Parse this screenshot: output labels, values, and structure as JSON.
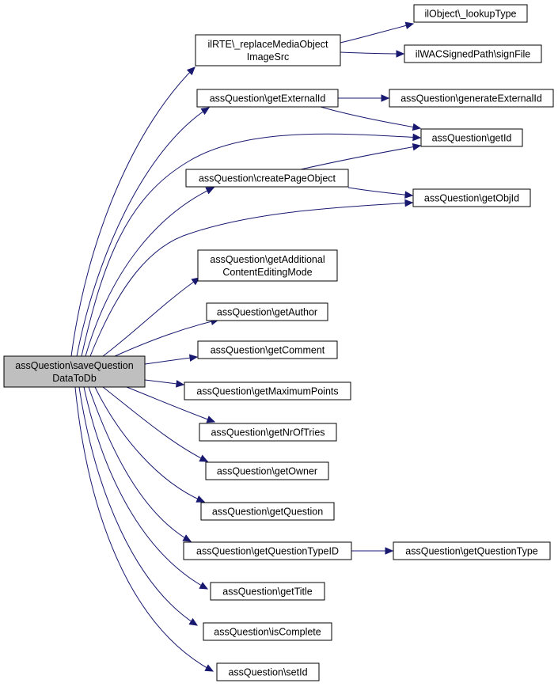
{
  "diagram": {
    "type": "call-graph",
    "edge_color": "#191970",
    "root_fill": "#bfbfbf",
    "node_fill": "#ffffff",
    "nodes": [
      {
        "id": "root",
        "lines": [
          "assQuestion\\saveQuestion",
          "DataToDb"
        ]
      },
      {
        "id": "replaceMedia",
        "lines": [
          "ilRTE\\_replaceMediaObject",
          "ImageSrc"
        ]
      },
      {
        "id": "lookupType",
        "lines": [
          "ilObject\\_lookupType"
        ]
      },
      {
        "id": "signFile",
        "lines": [
          "ilWACSignedPath\\signFile"
        ]
      },
      {
        "id": "getExternalId",
        "lines": [
          "assQuestion\\getExternalId"
        ]
      },
      {
        "id": "generateExternalId",
        "lines": [
          "assQuestion\\generateExternalId"
        ]
      },
      {
        "id": "getId",
        "lines": [
          "assQuestion\\getId"
        ]
      },
      {
        "id": "createPageObject",
        "lines": [
          "assQuestion\\createPageObject"
        ]
      },
      {
        "id": "getObjId",
        "lines": [
          "assQuestion\\getObjId"
        ]
      },
      {
        "id": "getAdditional",
        "lines": [
          "assQuestion\\getAdditional",
          "ContentEditingMode"
        ]
      },
      {
        "id": "getAuthor",
        "lines": [
          "assQuestion\\getAuthor"
        ]
      },
      {
        "id": "getComment",
        "lines": [
          "assQuestion\\getComment"
        ]
      },
      {
        "id": "getMaximumPoints",
        "lines": [
          "assQuestion\\getMaximumPoints"
        ]
      },
      {
        "id": "getNrOfTries",
        "lines": [
          "assQuestion\\getNrOfTries"
        ]
      },
      {
        "id": "getOwner",
        "lines": [
          "assQuestion\\getOwner"
        ]
      },
      {
        "id": "getQuestion",
        "lines": [
          "assQuestion\\getQuestion"
        ]
      },
      {
        "id": "getQuestionTypeID",
        "lines": [
          "assQuestion\\getQuestionTypeID"
        ]
      },
      {
        "id": "getQuestionType",
        "lines": [
          "assQuestion\\getQuestionType"
        ]
      },
      {
        "id": "getTitle",
        "lines": [
          "assQuestion\\getTitle"
        ]
      },
      {
        "id": "isComplete",
        "lines": [
          "assQuestion\\isComplete"
        ]
      },
      {
        "id": "setId",
        "lines": [
          "assQuestion\\setId"
        ]
      }
    ],
    "edges": [
      {
        "from": "root",
        "to": "replaceMedia"
      },
      {
        "from": "root",
        "to": "getExternalId"
      },
      {
        "from": "root",
        "to": "getId"
      },
      {
        "from": "root",
        "to": "createPageObject"
      },
      {
        "from": "root",
        "to": "getObjId"
      },
      {
        "from": "root",
        "to": "getAdditional"
      },
      {
        "from": "root",
        "to": "getAuthor"
      },
      {
        "from": "root",
        "to": "getComment"
      },
      {
        "from": "root",
        "to": "getMaximumPoints"
      },
      {
        "from": "root",
        "to": "getNrOfTries"
      },
      {
        "from": "root",
        "to": "getOwner"
      },
      {
        "from": "root",
        "to": "getQuestion"
      },
      {
        "from": "root",
        "to": "getQuestionTypeID"
      },
      {
        "from": "root",
        "to": "getTitle"
      },
      {
        "from": "root",
        "to": "isComplete"
      },
      {
        "from": "root",
        "to": "setId"
      },
      {
        "from": "replaceMedia",
        "to": "lookupType"
      },
      {
        "from": "replaceMedia",
        "to": "signFile"
      },
      {
        "from": "getExternalId",
        "to": "generateExternalId"
      },
      {
        "from": "getExternalId",
        "to": "getId"
      },
      {
        "from": "createPageObject",
        "to": "getId"
      },
      {
        "from": "createPageObject",
        "to": "getObjId"
      },
      {
        "from": "getQuestionTypeID",
        "to": "getQuestionType"
      }
    ]
  }
}
